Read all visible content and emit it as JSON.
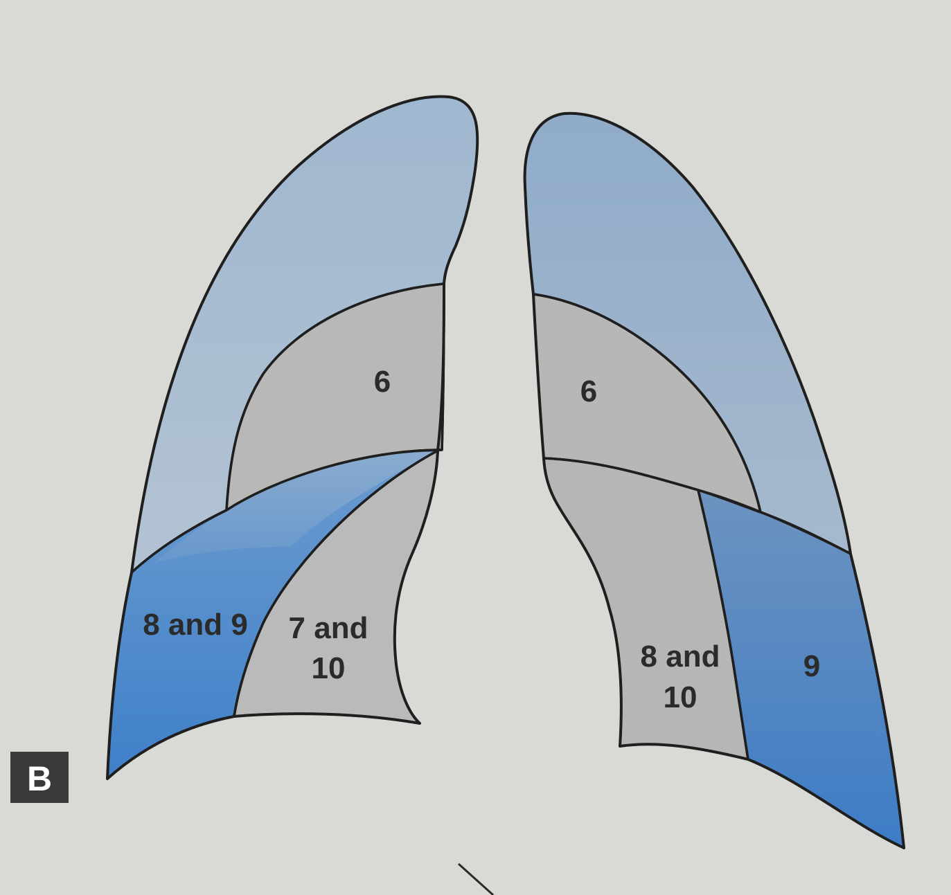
{
  "figure_letter": "B",
  "colors": {
    "background": "#d9d9d5",
    "upper_lobe_blue": "#a8bcd0",
    "lingula_blue": "#7f9fc4",
    "basal_blue": "#4c86c8",
    "grey_segment": "#b9b9b9",
    "outline": "#1f1f1f"
  },
  "left_panel_lung": {
    "upper_label": "6",
    "lower_left_label": "8 and 9",
    "lower_right_label_line1": "7 and",
    "lower_right_label_line2": "10"
  },
  "right_panel_lung": {
    "upper_label": "6",
    "lower_left_label_line1": "8 and",
    "lower_left_label_line2": "10",
    "lower_right_label": "9"
  }
}
